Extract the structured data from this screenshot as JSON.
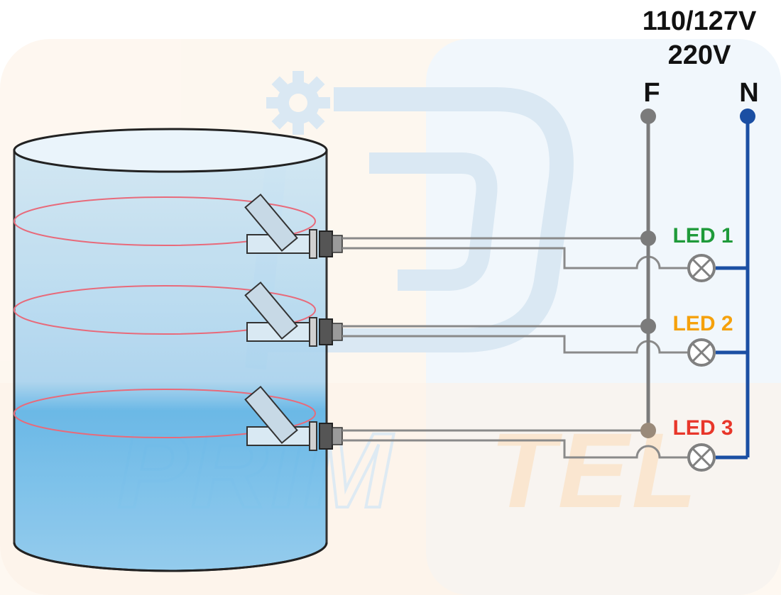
{
  "supply": {
    "voltage_line1": "110/127V",
    "voltage_line2": "220V",
    "phase_label": "F",
    "neutral_label": "N"
  },
  "leds": [
    {
      "label": "LED 1",
      "color": "#1f9a3a"
    },
    {
      "label": "LED 2",
      "color": "#f5a10c"
    },
    {
      "label": "LED 3",
      "color": "#e8362a"
    }
  ],
  "colors": {
    "tank_water": "#8fc6e8",
    "phase_wire": "#7b7b7b",
    "neutral_wire": "#1b4fa3",
    "level_ring": "#e86a7a",
    "lamp": "#808080"
  }
}
